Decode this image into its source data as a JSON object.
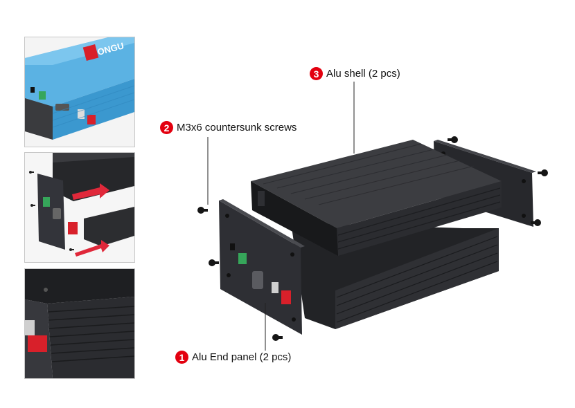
{
  "brand_color": "#e3000f",
  "callouts": [
    {
      "number": "1",
      "text": "Alu End panel (2 pcs)"
    },
    {
      "number": "2",
      "text": "M3x6 countersunk screws"
    },
    {
      "number": "3",
      "text": "Alu shell (2 pcs)"
    }
  ],
  "thumbnails": [
    {
      "depicts": "assembled-blue-enclosure",
      "logo_text": "ONGU"
    },
    {
      "depicts": "assembly-step-sliding-panel"
    },
    {
      "depicts": "assembled-black-enclosure-corner"
    }
  ],
  "colors": {
    "enclosure_black": "#2a2b2e",
    "enclosure_blue": "#4aa3d6",
    "switch_red": "#d8202a",
    "terminal_green": "#36a65a",
    "arrow_red": "#e0283a"
  }
}
